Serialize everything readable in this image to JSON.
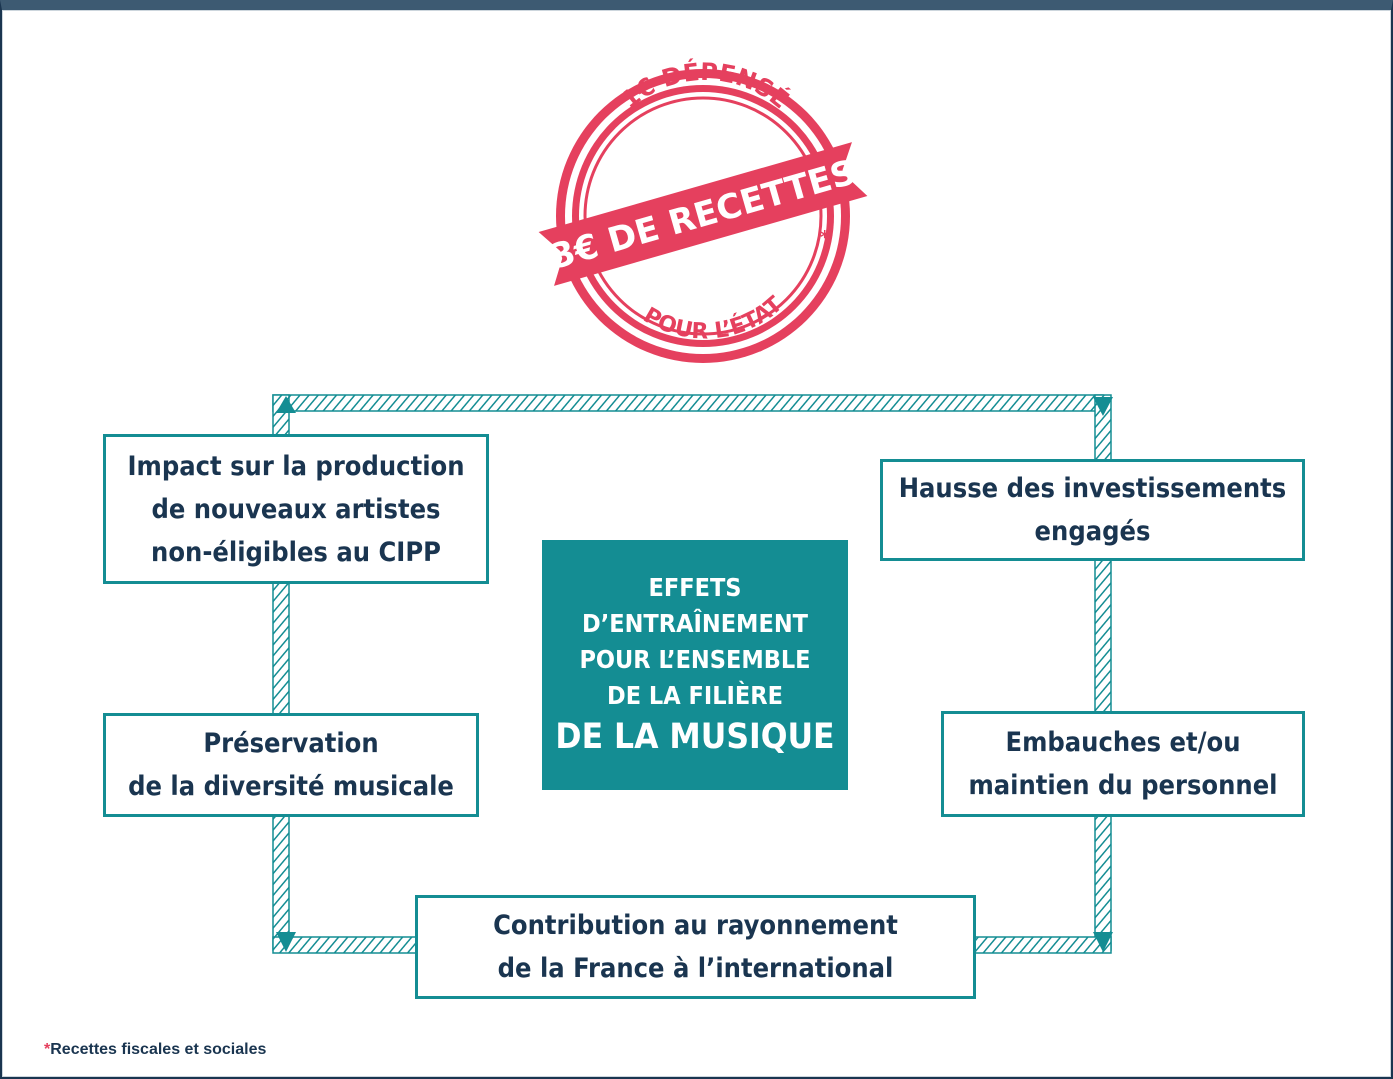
{
  "stamp": {
    "top_arc": "1€ DÉPENSÉ",
    "banner": "3€ DE RECETTES",
    "bottom_arc": "POUR L’ÉTAT",
    "asterisk": "*",
    "color": "#e5405e"
  },
  "center": {
    "lines": [
      "EFFETS",
      "D’ENTRAÎNEMENT",
      "POUR L’ENSEMBLE",
      "DE LA FILIÈRE"
    ],
    "highlight": "DE LA MUSIQUE",
    "color": "#148d93"
  },
  "boxes": {
    "production": [
      "Impact sur la production",
      "de nouveaux artistes",
      "non-éligibles au CIPP"
    ],
    "investissements": [
      "Hausse des investissements",
      "engagés"
    ],
    "diversite": [
      "Préservation",
      "de la diversité musicale"
    ],
    "embauches": [
      "Embauches et/ou",
      "maintien du personnel"
    ],
    "rayonnement": [
      "Contribution au rayonnement",
      "de la France à l’international"
    ]
  },
  "footnote": {
    "marker": "*",
    "text": "Recettes fiscales et sociales"
  },
  "colors": {
    "teal": "#148d93",
    "navy": "#1a3550",
    "red": "#e5405e"
  }
}
